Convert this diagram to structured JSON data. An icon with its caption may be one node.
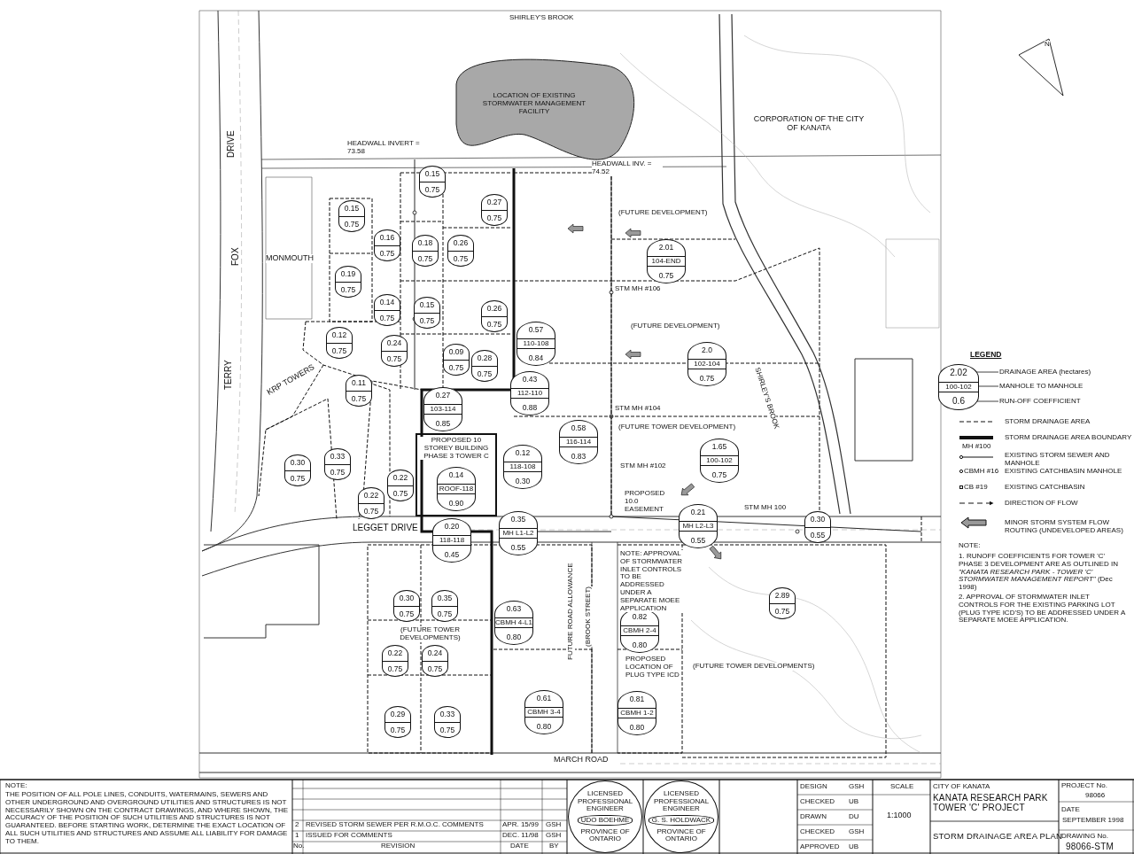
{
  "diagram": {
    "title": "STORM DRAINAGE AREA PLAN",
    "nodes": [
      {
        "text": [
          "0.15",
          "0.75"
        ]
      },
      {
        "text": [
          "0.27",
          "0.75"
        ]
      },
      {
        "text": [
          "0.15",
          "0.75"
        ]
      },
      {
        "text": [
          "0.16",
          "0.75"
        ]
      },
      {
        "text": [
          "0.18",
          "0.75"
        ]
      },
      {
        "text": [
          "0.26",
          "0.75"
        ]
      },
      {
        "text": [
          "2.01",
          "104-END",
          "0.75"
        ]
      },
      {
        "text": [
          "0.19",
          "0.75"
        ]
      },
      {
        "text": [
          "0.14",
          "0.75"
        ]
      },
      {
        "text": [
          "0.15",
          "0.75"
        ]
      },
      {
        "text": [
          "0.26",
          "0.75"
        ]
      },
      {
        "text": [
          "0.12",
          "0.75"
        ]
      },
      {
        "text": [
          "0.57",
          "110-108",
          "0.84"
        ]
      },
      {
        "text": [
          "0.24",
          "0.75"
        ]
      },
      {
        "text": [
          "0.09",
          "0.75"
        ]
      },
      {
        "text": [
          "0.28",
          "0.75"
        ]
      },
      {
        "text": [
          "2.0",
          "102-104",
          "0.75"
        ]
      },
      {
        "text": [
          "0.11",
          "0.75"
        ]
      },
      {
        "text": [
          "0.43",
          "112-110",
          "0.88"
        ]
      },
      {
        "text": [
          "0.27",
          "103-114",
          "0.85"
        ]
      },
      {
        "text": [
          "0.58",
          "116-114",
          "0.83"
        ]
      },
      {
        "text": [
          "0.30",
          "0.75"
        ]
      },
      {
        "text": [
          "0.33",
          "0.75"
        ]
      },
      {
        "text": [
          "0.14",
          "ROOF-118",
          "0.90"
        ]
      },
      {
        "text": [
          "0.12",
          "118-108",
          "0.30"
        ]
      },
      {
        "text": [
          "1.65",
          "100-102",
          "0.75"
        ]
      },
      {
        "text": [
          "0.22",
          "0.75"
        ]
      },
      {
        "text": [
          "0.22",
          "0.75"
        ]
      },
      {
        "text": [
          "0.20",
          "118-118",
          "0.45"
        ]
      },
      {
        "text": [
          "0.35",
          "MH L1-L2",
          "0.55"
        ]
      },
      {
        "text": [
          "0.21",
          "MH L2-L3",
          "0.55"
        ]
      },
      {
        "text": [
          "0.30",
          "0.55"
        ]
      },
      {
        "text": [
          "0.30",
          "0.75"
        ]
      },
      {
        "text": [
          "0.35",
          "0.75"
        ]
      },
      {
        "text": [
          "2.89",
          "0.75"
        ]
      },
      {
        "text": [
          "0.63",
          "CBMH 4-L1",
          "0.80"
        ]
      },
      {
        "text": [
          "0.82",
          "CBMH 2-4",
          "0.80"
        ]
      },
      {
        "text": [
          "0.22",
          "0.75"
        ]
      },
      {
        "text": [
          "0.24",
          "0.75"
        ]
      },
      {
        "text": [
          "0.81",
          "CBMH 1-2",
          "0.80"
        ]
      },
      {
        "text": [
          "0.61",
          "CBMH 3-4",
          "0.80"
        ]
      },
      {
        "text": [
          "0.29",
          "0.75"
        ]
      },
      {
        "text": [
          "0.33",
          "0.75"
        ]
      },
      {
        "text": [
          "2.02",
          "100-102",
          "0.6"
        ]
      },
      {
        "text": [
          "DRAINAGE AREA (hectares)"
        ]
      },
      {
        "text": [
          "MANHOLE TO MANHOLE"
        ]
      },
      {
        "text": [
          "RUN-OFF COEFFICIENT"
        ]
      },
      {
        "text": [
          "LICENSED PROFESSIONAL ENGINEER",
          "UDO BOEHME",
          "PROVINCE OF ONTARIO"
        ]
      },
      {
        "text": [
          "LICENSED PROFESSIONAL ENGINEER",
          "G. S. HOLDWACK",
          "PROVINCE OF ONTARIO"
        ]
      }
    ],
    "edges": [
      {
        "from": 44,
        "to": 43,
        "arrow": "none"
      },
      {
        "from": 45,
        "to": 43,
        "arrow": "none"
      },
      {
        "from": 46,
        "to": 43,
        "arrow": "none"
      }
    ],
    "labels": [
      "SHIRLEY'S BROOK",
      "N",
      "LOCATION OF EXISTING STORMWATER MANAGEMENT FACILITY",
      "CORPORATION OF THE CITY OF KANATA",
      "HEADWALL INVERT = 73.58",
      "HEADWALL INV. = 74.52",
      "DRIVE",
      "FOX",
      "TERRY",
      "MONMOUTH",
      "(FUTURE DEVELOPMENT)",
      "(FUTURE DEVELOPMENT)",
      "KRP TOWERS",
      "SHIRLEY'S BROOK",
      "PROPOSED 10 STOREY BUILDING PHASE 3 TOWER C",
      "(FUTURE TOWER DEVELOPMENT)",
      "PROPOSED 10.0 EASEMENT",
      "LEGGET DRIVE",
      "NOTE: APPROVAL OF STORMWATER INLET CONTROLS TO BE ADDRESSED UNDER A SEPARATE MOEE APPLICATION",
      "(FUTURE TOWER DEVELOPMENTS)",
      "FUTURE ROAD ALLOWANCE",
      "(BROOK STREET)",
      "PROPOSED LOCATION OF PLUG TYPE ICD",
      "(FUTURE TOWER DEVELOPMENTS)",
      "MARCH ROAD",
      "STM MH #106",
      "STM MH #104",
      "STM MH #102",
      "STM MH 100",
      "LEGEND",
      "MH #100",
      "CBMH #16",
      "CB #19",
      "NOTE:",
      "1. RUNOFF COEFFICIENTS FOR TOWER 'C' PHASE 3 DEVELOPMENT ARE AS OUTLINED IN *\"KANATA RESEARCH PARK - TOWER 'C' STORMWATER MANAGEMENT REPORT\"* (Dec 1998)",
      "2. APPROVAL OF STORMWATER INLET CONTROLS FOR THE EXISTING PARKING LOT (PLUG TYPE ICD'S) TO BE ADDRESSED UNDER A SEPARATE MOEE APPLICATION.",
      "NOTE:",
      "THE POSITION OF ALL POLE LINES, CONDUITS, WATERMAINS, SEWERS AND OTHER UNDERGROUND AND OVERGROUND UTILITIES AND STRUCTURES IS NOT NECESSARILY SHOWN ON THE CONTRACT DRAWINGS, AND WHERE SHOWN, THE ACCURACY OF THE POSITION OF SUCH UTILITIES AND STRUCTURES IS NOT GUARANTEED. BEFORE STARTING WORK, DETERMINE THE EXACT LOCATION OF ALL SUCH UTILITIES AND STRUCTURES AND ASSUME ALL LIABILITY FOR DAMAGE TO THEM.",
      "2",
      "REVISED STORM SEWER PER R.M.O.C. COMMENTS",
      "APR. 15/99",
      "GSH",
      "1",
      "ISSUED FOR COMMENTS",
      "DEC. 11/98",
      "GSH",
      "No.",
      "REVISION",
      "DATE",
      "BY",
      "DESIGN",
      "GSH",
      "CHECKED",
      "UB",
      "DRAWN",
      "DU",
      "CHECKED",
      "GSH",
      "APPROVED",
      "UB",
      "SCALE",
      "1:1000",
      "CITY OF KANATA",
      "KANATA RESEARCH PARK TOWER 'C' PROJECT",
      "PROJECT No.",
      "98066",
      "DATE",
      "SEPTEMBER 1998",
      "DRAWING No.",
      "98066-STM"
    ],
    "legend": [
      {
        "text": "STORM DRAINAGE AREA"
      },
      {
        "text": "STORM DRAINAGE AREA BOUNDARY"
      },
      {
        "text": "EXISTING STORM SEWER AND MANHOLE"
      },
      {
        "text": "EXISTING CATCHBASIN MANHOLE"
      },
      {
        "text": "EXISTING CATCHBASIN"
      },
      {
        "text": "DIRECTION OF FLOW"
      },
      {
        "text": "MINOR STORM SYSTEM FLOW ROUTING (UNDEVELOPED AREAS)"
      }
    ]
  }
}
